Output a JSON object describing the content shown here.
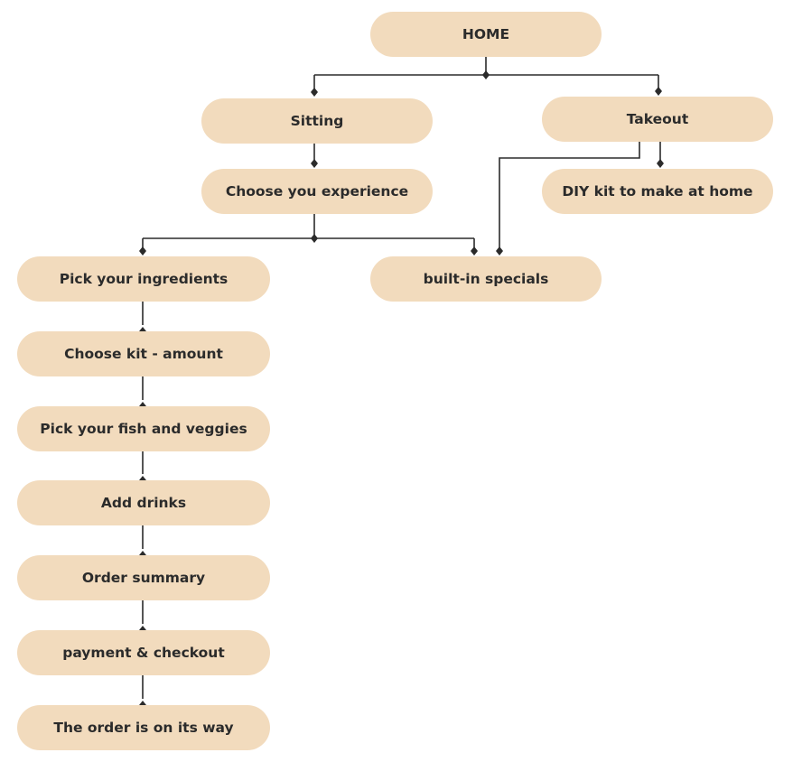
{
  "nodes": {
    "home": "HOME",
    "sitting": "Sitting",
    "takeout": "Takeout",
    "experience": "Choose you experience",
    "diy": "DIY kit to make at home",
    "pick_ingredients": "Pick your ingredients",
    "specials": "built-in specials",
    "kit_amount": "Choose kit - amount",
    "fish_veggies": "Pick your fish and veggies",
    "drinks": "Add drinks",
    "summary": "Order summary",
    "payment": "payment & checkout",
    "on_its_way": "The order is on its way"
  },
  "colors": {
    "node_fill": "#f2dbbd",
    "connector": "#2b2b2b",
    "text": "#2b2b2b"
  }
}
